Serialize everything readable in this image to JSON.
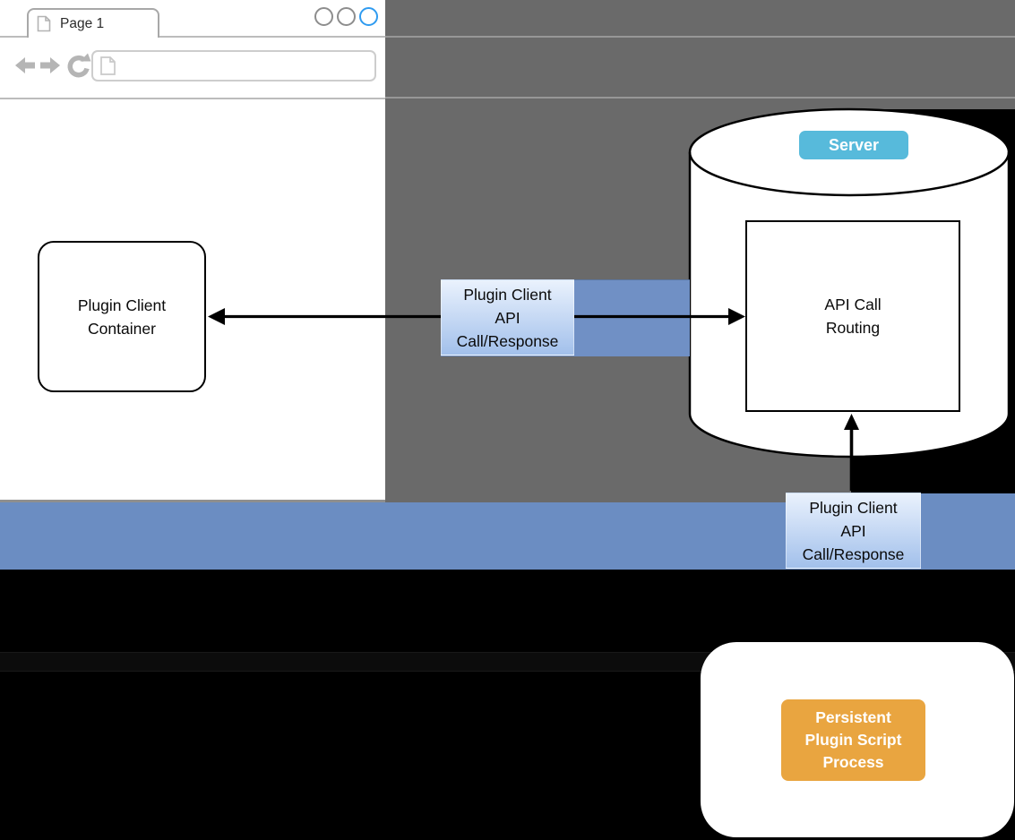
{
  "window": {
    "tab_label": "Page 1",
    "url_value": "",
    "url_placeholder": ""
  },
  "diagram": {
    "plugin_client_container": "Plugin Client\nContainer",
    "plugin_api_bridge_top": "Plugin Client\nAPI\nCall/Response",
    "server_badge": "Server",
    "api_call_routing": "API Call\nRouting",
    "plugin_api_bridge_bottom": "Plugin Client\nAPI\nCall/Response",
    "persistent_process": "Persistent\nPlugin Script\nProcess"
  },
  "icons": {
    "tab_icon": "page-icon",
    "urlbar_icon": "page-icon",
    "nav": [
      "back-icon",
      "forward-icon",
      "reload-icon"
    ],
    "window_circles": [
      "gray-circle",
      "gray-circle",
      "blue-circle"
    ]
  },
  "colors": {
    "desktop_gray": "#6a6a6a",
    "band_blue": "#6b8dc2",
    "backing_blue": "#7090c5",
    "label_gradient_top": "#eaf2fd",
    "label_gradient_bottom": "#a2c0eb",
    "server_badge_blue": "#57badb",
    "process_orange": "#e9a540",
    "active_circle_blue": "#2f9bf0"
  }
}
